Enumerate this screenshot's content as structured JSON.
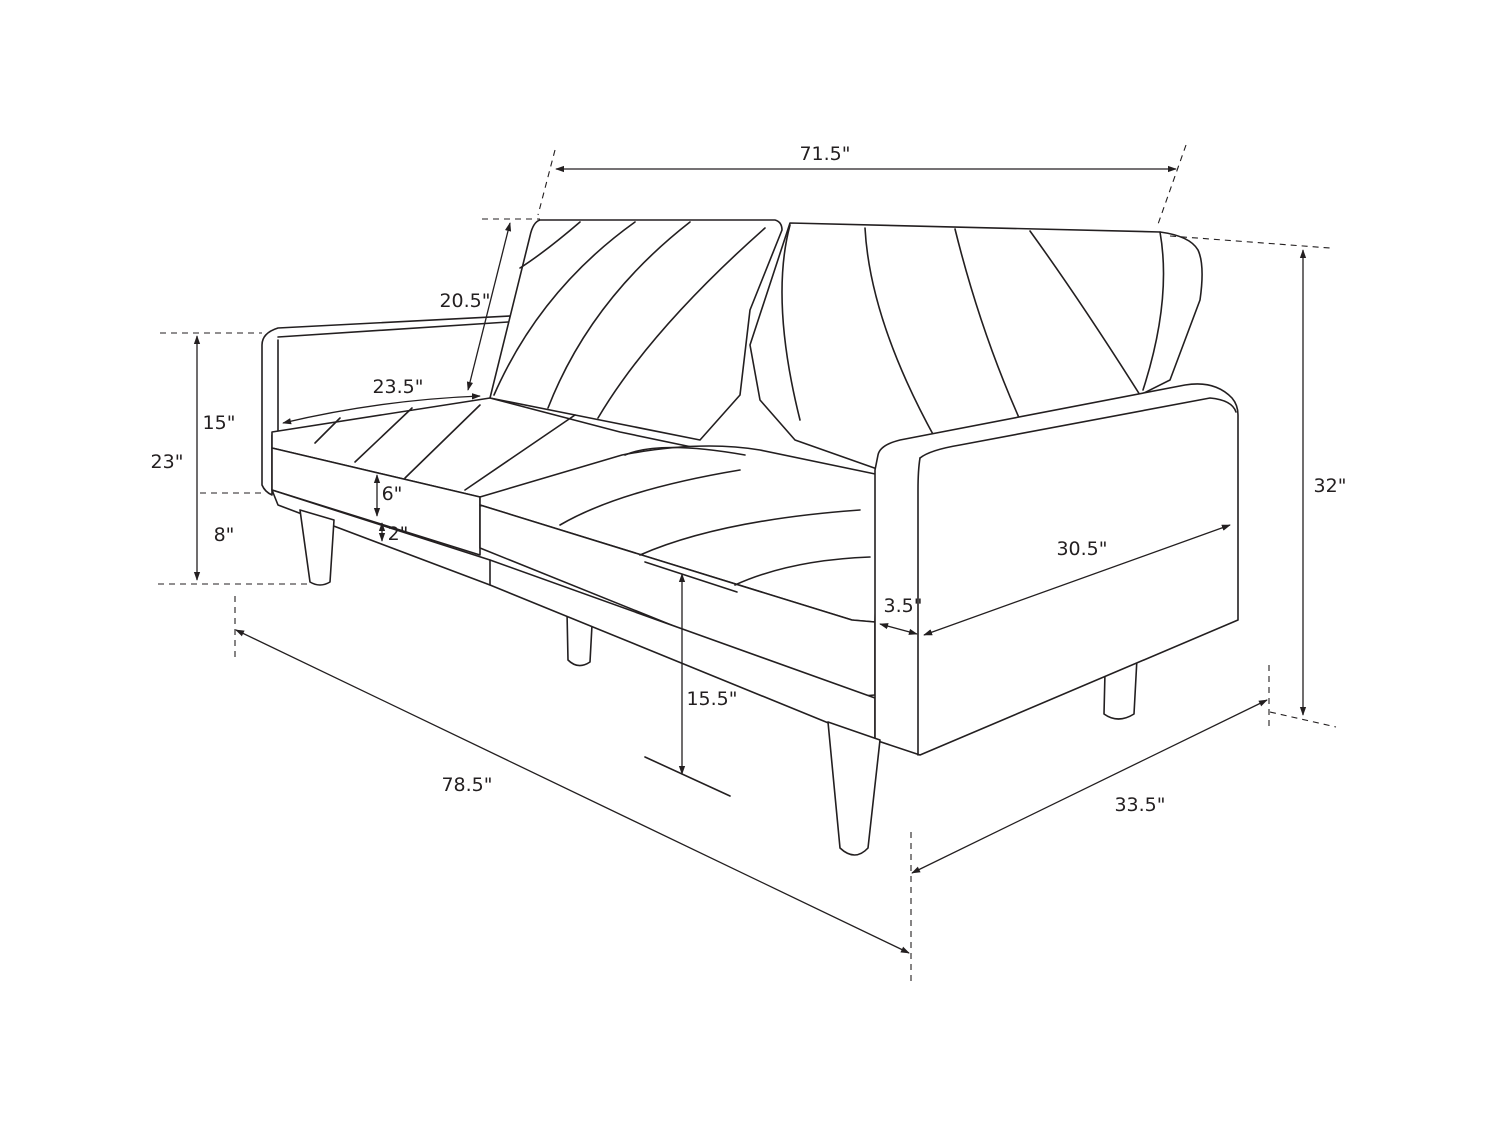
{
  "diagram": {
    "subject": "sofa-futon",
    "colors": {
      "line": "#231f20",
      "background": "#ffffff"
    },
    "dimensions": {
      "top_width": "71.5\"",
      "back_height": "20.5\"",
      "seat_depth": "23.5\"",
      "arm_back_height": "15\"",
      "arm_height": "23\"",
      "leg_height": "8\"",
      "cushion_thickness": "6\"",
      "base_thickness": "2\"",
      "total_height": "32\"",
      "arm_depth": "30.5\"",
      "arm_width": "3.5\"",
      "seat_height": "15.5\"",
      "overall_length": "78.5\"",
      "overall_depth": "33.5\""
    }
  }
}
